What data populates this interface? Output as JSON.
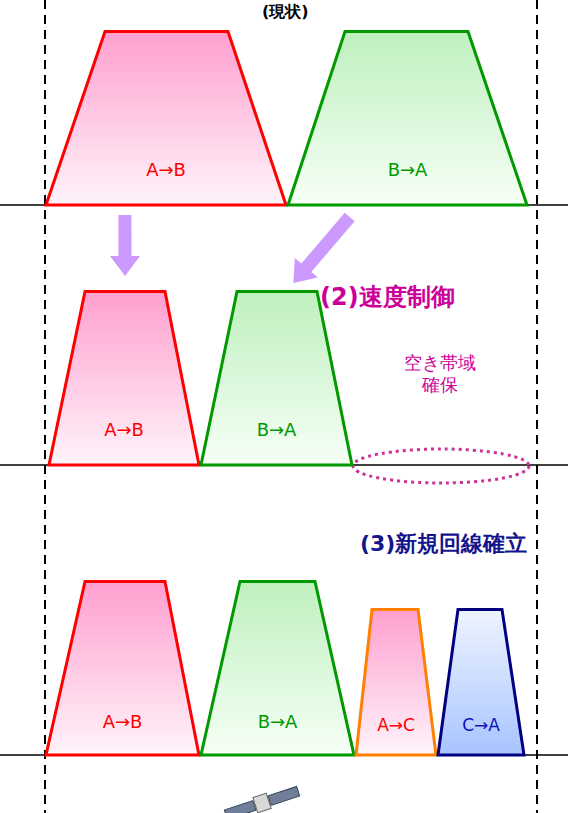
{
  "diagram": {
    "nodes": [
      {
        "text": [
          "A→B"
        ]
      },
      {
        "text": [
          "B→A"
        ]
      },
      {
        "text": [
          "A→B"
        ]
      },
      {
        "text": [
          "B→A"
        ]
      },
      {
        "text": [
          "A→B"
        ]
      },
      {
        "text": [
          "B→A"
        ]
      },
      {
        "text": [
          "A→C"
        ]
      },
      {
        "text": [
          "C→A"
        ]
      }
    ],
    "edges": [
      {
        "from": 0,
        "to": 2,
        "arrow": "to"
      },
      {
        "from": 1,
        "to": 3,
        "arrow": "to"
      }
    ],
    "labels": [
      "(現状)",
      "(2)速度制御",
      "空き帯域確保",
      "(3)新規回線確立"
    ]
  }
}
